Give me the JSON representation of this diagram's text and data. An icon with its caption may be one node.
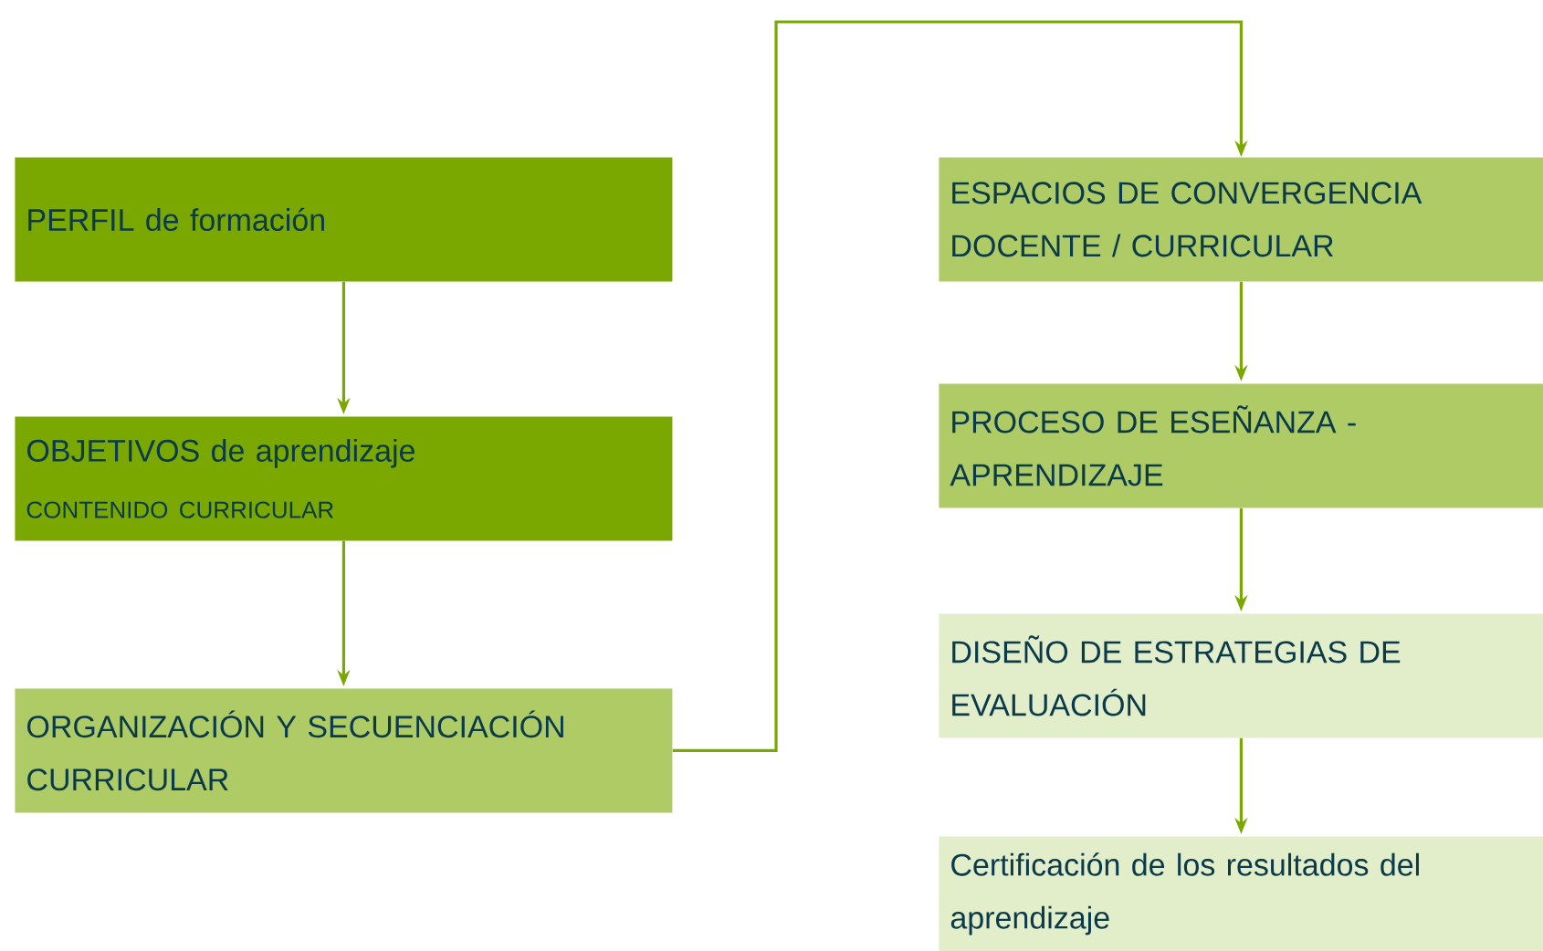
{
  "diagram": {
    "nodes": [
      {
        "text": [
          "PERFIL de formación"
        ]
      },
      {
        "text": [
          "OBJETIVOS de aprendizaje",
          "CONTENIDO CURRICULAR"
        ]
      },
      {
        "text": [
          "ORGANIZACIÓN Y SECUENCIACIÓN CURRICULAR"
        ]
      },
      {
        "text": [
          "ESPACIOS DE CONVERGENCIA DOCENTE / CURRICULAR"
        ]
      },
      {
        "text": [
          "PROCESO DE ESEÑANZA - APRENDIZAJE"
        ]
      },
      {
        "text": [
          "DISEÑO DE ESTRATEGIAS DE EVALUACIÓN"
        ]
      },
      {
        "text": [
          "Certificación de los resultados del aprendizaje"
        ]
      }
    ],
    "edges": [
      {
        "from": 0,
        "to": 1,
        "arrow": "to"
      },
      {
        "from": 1,
        "to": 2,
        "arrow": "to"
      },
      {
        "from": 2,
        "to": 3,
        "arrow": "to"
      },
      {
        "from": 3,
        "to": 4,
        "arrow": "to"
      },
      {
        "from": 4,
        "to": 5,
        "arrow": "to"
      },
      {
        "from": 5,
        "to": 6,
        "arrow": "to"
      }
    ]
  }
}
